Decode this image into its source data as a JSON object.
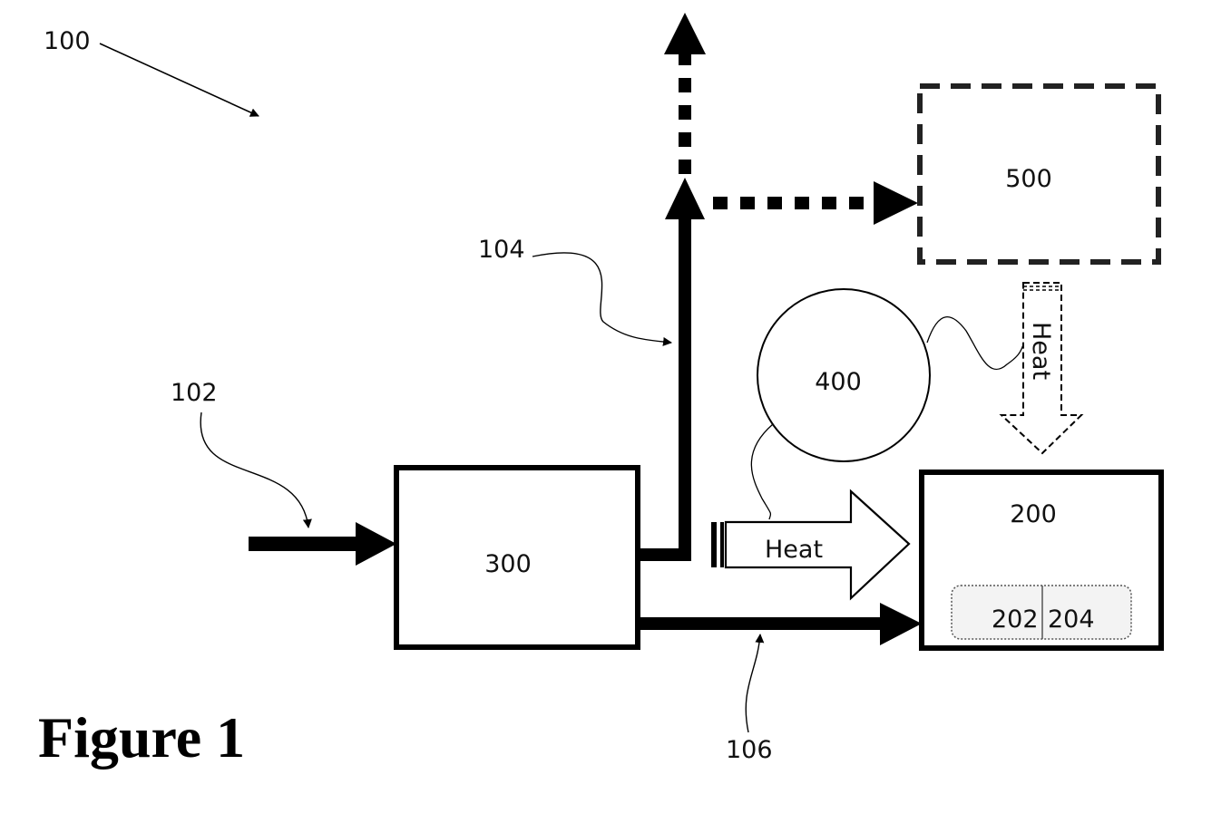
{
  "figure": {
    "title": "Figure 1",
    "reference_numeral": "100"
  },
  "blocks": {
    "block_300": "300",
    "block_200": "200",
    "sub_block_202": "202",
    "sub_block_204": "204",
    "block_400": "400",
    "block_500": "500"
  },
  "streams": {
    "stream_102": "102",
    "stream_104": "104",
    "stream_106": "106"
  },
  "heat_arrows": {
    "horizontal_label": "Heat",
    "vertical_label": "Heat"
  },
  "colors": {
    "ink": "#000000",
    "paper": "#ffffff",
    "dashed_block_ink": "#222222",
    "sub_block_fill": "#f3f3f3"
  }
}
